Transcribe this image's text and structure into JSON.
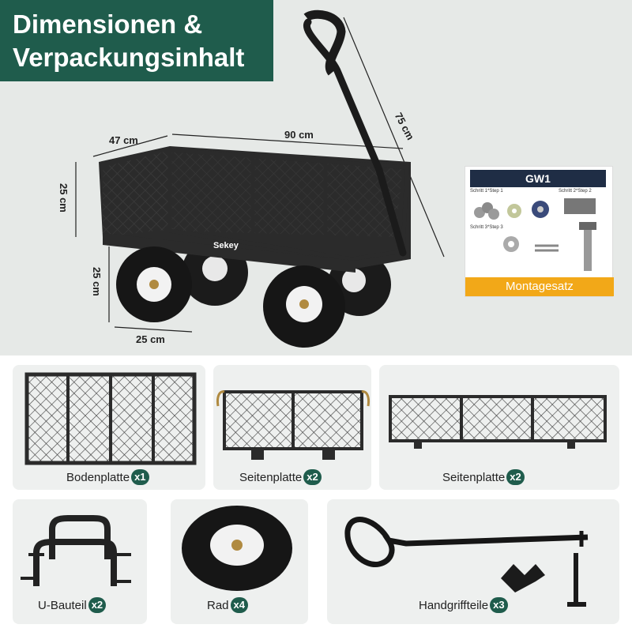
{
  "title": {
    "line1": "Dimensionen &",
    "line2": "Verpackungsinhalt"
  },
  "dimensions": {
    "depth": "47 cm",
    "length": "90 cm",
    "handle": "75 cm",
    "body_height": "25 cm",
    "wheel_height": "25 cm",
    "wheel_width": "25 cm"
  },
  "brand": "Sekey",
  "kit": {
    "code": "GW1",
    "step1": "Schritt 1*Step 1",
    "step2": "Schritt 2*Step 2",
    "step3": "Schritt 3*Step 3",
    "label": "Montagesatz"
  },
  "parts": [
    {
      "name": "Bodenplatte",
      "qty": "x1"
    },
    {
      "name": "Seitenplatte",
      "qty": "x2"
    },
    {
      "name": "Seitenplatte",
      "qty": "x2"
    },
    {
      "name": "U-Bauteil",
      "qty": "x2"
    },
    {
      "name": "Rad",
      "qty": "x4"
    },
    {
      "name": "Handgriffteile",
      "qty": "x3"
    }
  ],
  "colors": {
    "accent": "#1f5c4c",
    "kit_label": "#f2a818",
    "kit_header": "#1f2d45",
    "background": "#e6e9e7"
  }
}
